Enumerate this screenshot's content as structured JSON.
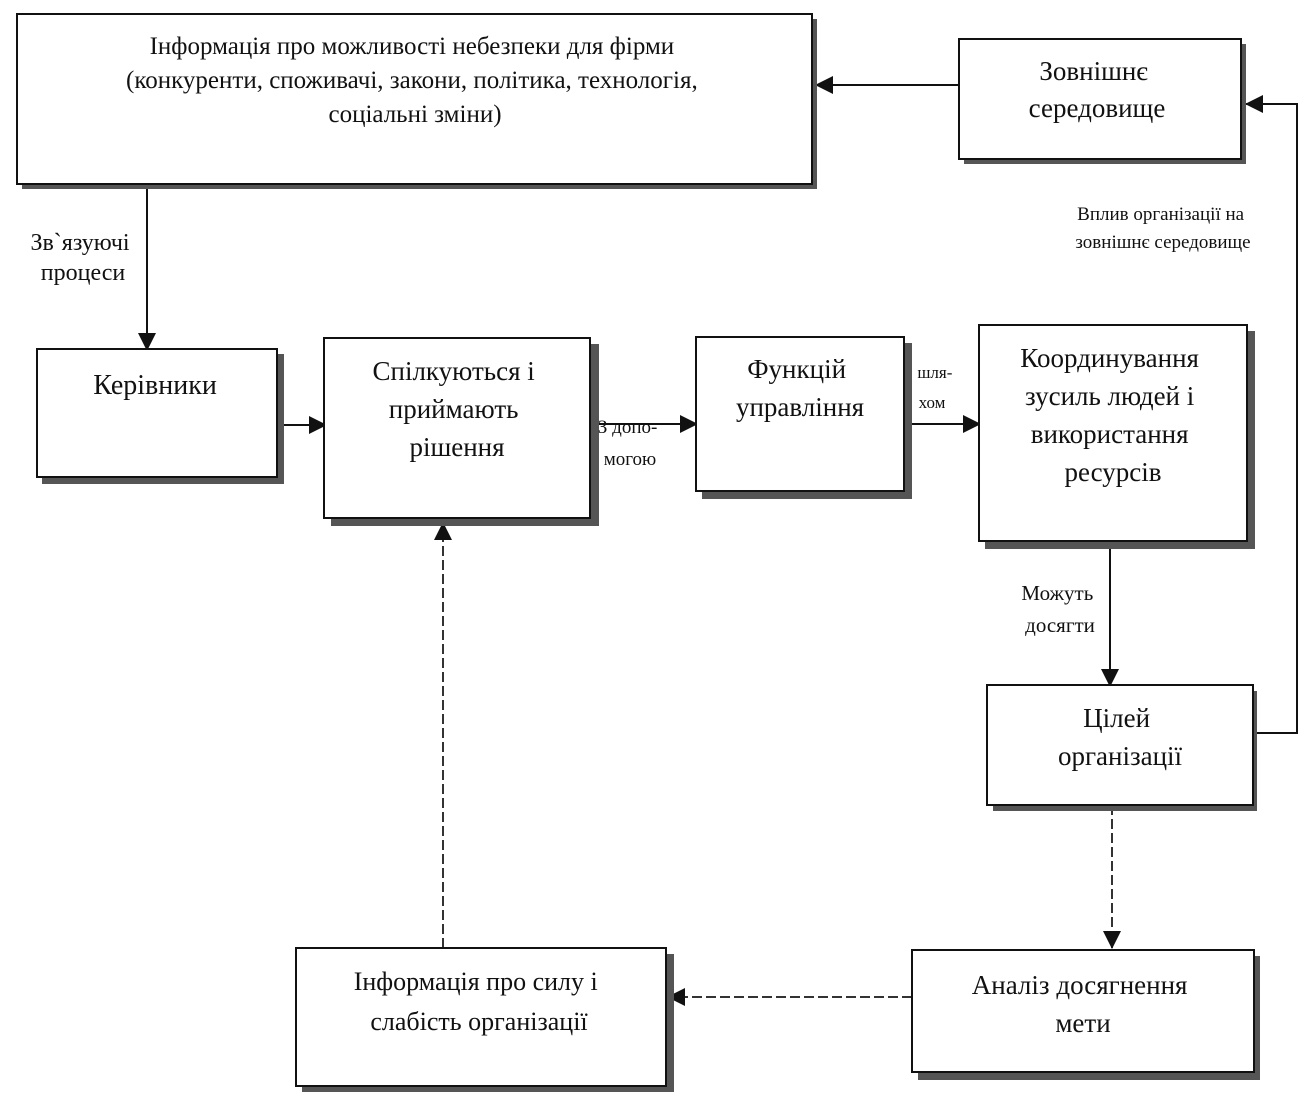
{
  "boxes": {
    "info_opportunities": {
      "lines": [
        "Інформація про можливості  небезпеки для фірми",
        "(конкуренти, споживачі, закони, політика, технологія,",
        "соціальні зміни)"
      ]
    },
    "external_environment": {
      "lines": [
        "Зовнішнє",
        "середовище"
      ]
    },
    "managers": {
      "lines": [
        "Керівники"
      ]
    },
    "communicate_decide": {
      "lines": [
        "Спілкуються і",
        "приймають",
        "рішення"
      ]
    },
    "management_functions": {
      "lines": [
        "Функцій",
        "управління"
      ]
    },
    "coordination": {
      "lines": [
        "Координування",
        "зусиль людей і",
        "використання",
        "ресурсів"
      ]
    },
    "org_goals": {
      "lines": [
        "Цілей",
        "організації"
      ]
    },
    "goal_analysis": {
      "lines": [
        "Аналіз досягнення",
        "мети"
      ]
    },
    "info_strength": {
      "lines": [
        "Інформація про силу і",
        "слабість організації"
      ]
    }
  },
  "labels": {
    "linking_processes": [
      "Зв`язуючі",
      "процеси"
    ],
    "by_means_of": [
      "З допо-",
      "могою"
    ],
    "by_way_of": [
      "шля-",
      "хом"
    ],
    "can_achieve": [
      "Можуть",
      "досягти"
    ],
    "org_influence": [
      "Вплив організації на",
      "зовнішнє середовище"
    ]
  },
  "colors": {
    "line": "#111111",
    "shadow": "#555555",
    "box_fill": "#ffffff"
  }
}
